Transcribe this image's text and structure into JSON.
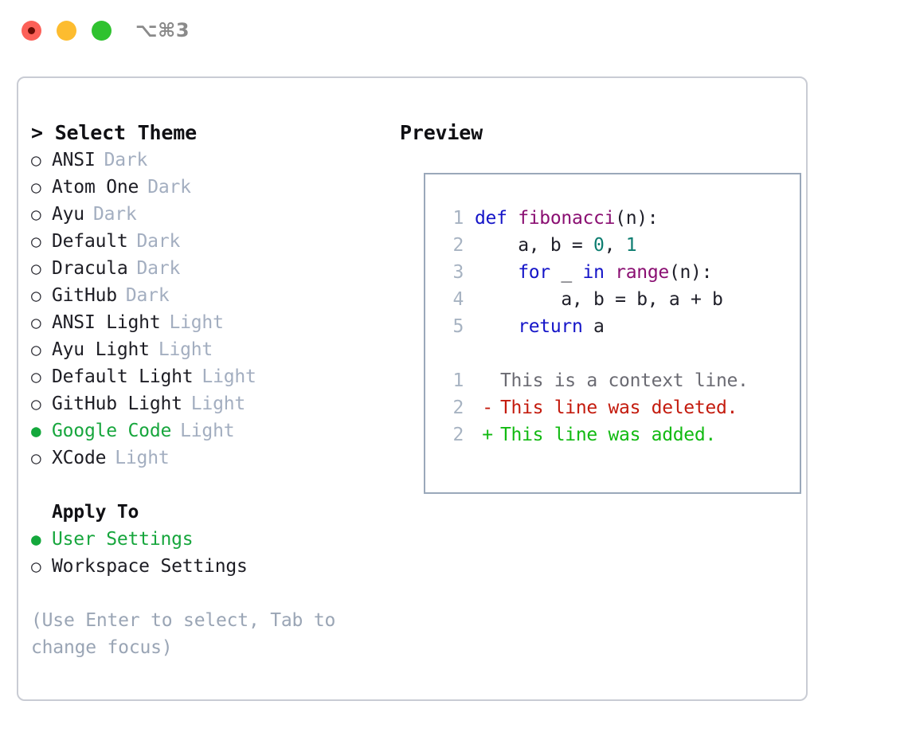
{
  "titlebar": {
    "shortcut": "⌥⌘3",
    "lights": [
      {
        "name": "close",
        "color": "#fc6058"
      },
      {
        "name": "minimize",
        "color": "#fdbc2f"
      },
      {
        "name": "maximize",
        "color": "#2fc22f"
      }
    ]
  },
  "theme_picker": {
    "title": "> Select Theme",
    "bullet_unselected": "○",
    "bullet_selected": "●",
    "options": [
      {
        "label": "ANSI",
        "badge": "Dark",
        "selected": false
      },
      {
        "label": "Atom One",
        "badge": "Dark",
        "selected": false
      },
      {
        "label": "Ayu",
        "badge": "Dark",
        "selected": false
      },
      {
        "label": "Default",
        "badge": "Dark",
        "selected": false
      },
      {
        "label": "Dracula",
        "badge": "Dark",
        "selected": false
      },
      {
        "label": "GitHub",
        "badge": "Dark",
        "selected": false
      },
      {
        "label": "ANSI Light",
        "badge": "Light",
        "selected": false
      },
      {
        "label": "Ayu Light",
        "badge": "Light",
        "selected": false
      },
      {
        "label": "Default Light",
        "badge": "Light",
        "selected": false
      },
      {
        "label": "GitHub Light",
        "badge": "Light",
        "selected": false
      },
      {
        "label": "Google Code",
        "badge": "Light",
        "selected": true
      },
      {
        "label": "XCode",
        "badge": "Light",
        "selected": false
      }
    ]
  },
  "apply_to": {
    "title": "Apply To",
    "options": [
      {
        "label": "User Settings",
        "selected": true
      },
      {
        "label": "Workspace Settings",
        "selected": false
      }
    ]
  },
  "hint": "(Use Enter to select, Tab to change focus)",
  "preview": {
    "title": "Preview",
    "code_lines": [
      {
        "no": "1",
        "tokens": [
          {
            "t": "def ",
            "c": "kw"
          },
          {
            "t": "fibonacci",
            "c": "fn"
          },
          {
            "t": "(n):",
            "c": "plain"
          }
        ]
      },
      {
        "no": "2",
        "tokens": [
          {
            "t": "    a, b = ",
            "c": "plain"
          },
          {
            "t": "0",
            "c": "num"
          },
          {
            "t": ", ",
            "c": "plain"
          },
          {
            "t": "1",
            "c": "num"
          }
        ]
      },
      {
        "no": "3",
        "tokens": [
          {
            "t": "    ",
            "c": "plain"
          },
          {
            "t": "for",
            "c": "kw"
          },
          {
            "t": " _ ",
            "c": "plain"
          },
          {
            "t": "in",
            "c": "kw"
          },
          {
            "t": " ",
            "c": "plain"
          },
          {
            "t": "range",
            "c": "fn"
          },
          {
            "t": "(n):",
            "c": "plain"
          }
        ]
      },
      {
        "no": "4",
        "tokens": [
          {
            "t": "        a, b = b, a + b",
            "c": "plain"
          }
        ]
      },
      {
        "no": "5",
        "tokens": [
          {
            "t": "    ",
            "c": "plain"
          },
          {
            "t": "return",
            "c": "kw"
          },
          {
            "t": " a",
            "c": "plain"
          }
        ]
      }
    ],
    "diff_lines": [
      {
        "no": "1",
        "marker": " ",
        "text": "This is a context line.",
        "kind": "ctx"
      },
      {
        "no": "2",
        "marker": "-",
        "text": "This line was deleted.",
        "kind": "del"
      },
      {
        "no": "2",
        "marker": "+",
        "text": "This line was added.",
        "kind": "add"
      }
    ]
  },
  "colors": {
    "accent_green": "#17a63d",
    "badge_gray": "#a3aec0",
    "hint_gray": "#9aa5b5",
    "panel_border": "#c9ccd4",
    "preview_border": "#9aa8ba",
    "keyword_blue": "#1414c8",
    "function_purple": "#8a0f72",
    "number_teal": "#0d7d70",
    "diff_delete_red": "#c41b0e",
    "diff_add_green": "#12ba12",
    "lineno_gray": "#a7b3c2"
  }
}
